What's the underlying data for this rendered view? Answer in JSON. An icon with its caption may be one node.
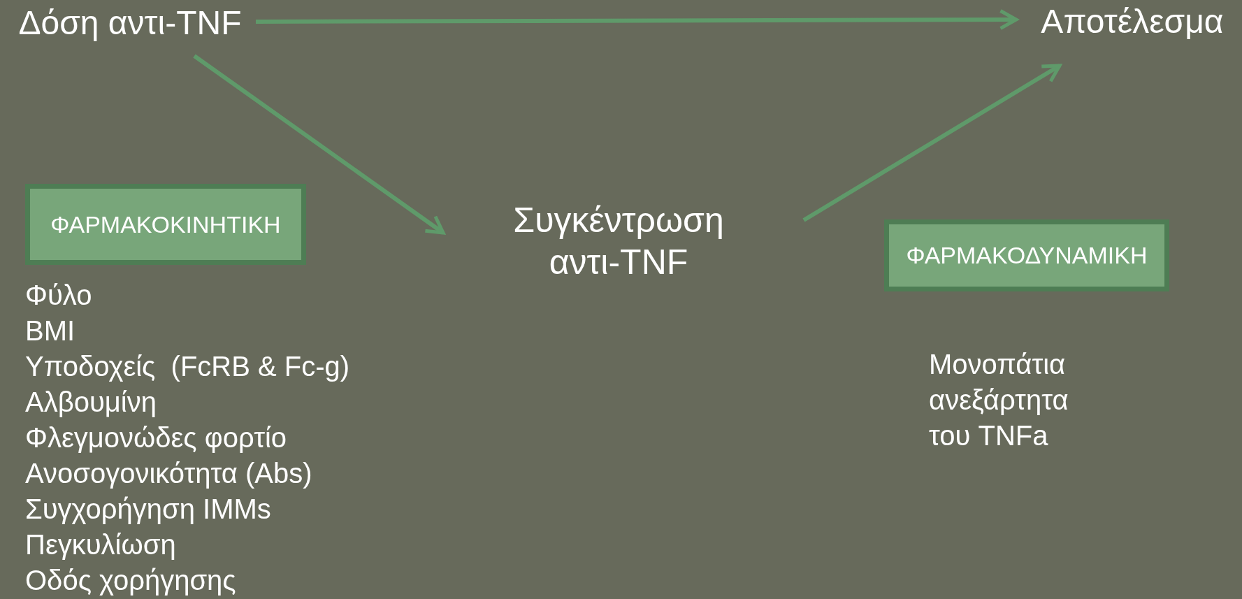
{
  "diagram": {
    "nodes": [
      {
        "text": [
          "Δόση αντι-TNF"
        ]
      },
      {
        "text": [
          "Αποτέλεσμα"
        ]
      },
      {
        "text": [
          "Συγκέντρωση αντι-TNF"
        ]
      },
      {
        "text": [
          "ΦΑΡΜΑΚΟΚΙΝΗΤΙΚΗ"
        ],
        "beside": [
          "Φύλο",
          "BMI",
          "Υποδοχείς  (FcRB & Fc-g)",
          "Αλβουμίνη",
          "Φλεγμονώδες φορτίο",
          "Ανοσογονικότητα (Abs)",
          "Συγχορήγηση IMMs",
          "Πεγκυλίωση",
          "Οδός χορήγησης"
        ]
      },
      {
        "text": [
          "ΦΑΡΜΑΚΟΔΥΝΑΜΙΚΗ"
        ],
        "beside": [
          "Μονοπάτια ανεξάρτητα του TNFa"
        ]
      }
    ],
    "edges": [
      {
        "from": 0,
        "to": 1,
        "arrow": "to"
      },
      {
        "from": 0,
        "to": 2,
        "arrow": "to"
      },
      {
        "from": 2,
        "to": 1,
        "arrow": "to"
      }
    ]
  }
}
